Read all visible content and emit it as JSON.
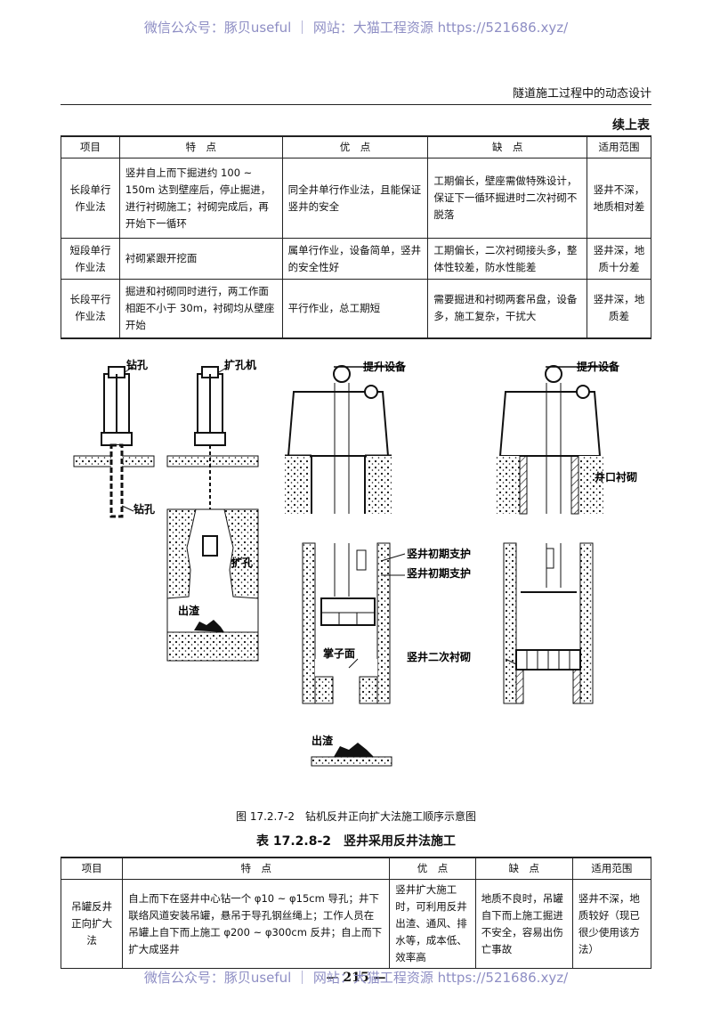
{
  "watermark": {
    "text": "微信公众号：豚贝useful ｜ 网站：大猫工程资源 https://521686.xyz/"
  },
  "header": {
    "running_title": "隧道施工过程中的动态设计",
    "continued": "续上表"
  },
  "table1": {
    "headers": [
      "项目",
      "特　点",
      "优　点",
      "缺　点",
      "适用范围"
    ],
    "rows": [
      {
        "item": "长段单行作业法",
        "features": "竖井自上而下掘进约 100 ~ 150m 达到壁座后，停止掘进，进行衬砌施工；衬砌完成后，再开始下一循环",
        "pros": "同全井单行作业法，且能保证竖井的安全",
        "cons": "工期偏长，壁座需做特殊设计，保证下一循环掘进时二次衬砌不脱落",
        "scope": "竖井不深，地质相对差"
      },
      {
        "item": "短段单行作业法",
        "features": "衬砌紧跟开挖面",
        "pros": "属单行作业，设备简单，竖井的安全性好",
        "cons": "工期偏长，二次衬砌接头多，整体性较差，防水性能差",
        "scope": "竖井深，地质十分差"
      },
      {
        "item": "长段平行作业法",
        "features": "掘进和衬砌同时进行，两工作面相距不小于 30m，衬砌均从壁座开始",
        "pros": "平行作业，总工期短",
        "cons": "需要掘进和衬砌两套吊盘，设备多，施工复杂，干扰大",
        "scope": "竖井深，地质差"
      }
    ]
  },
  "figure": {
    "labels": {
      "drill_hole_top": "钻孔",
      "reamer": "扩孔机",
      "drill_hole_bottom": "钻孔",
      "ream": "扩孔",
      "muck1": "出渣",
      "hoist1": "提升设备",
      "hoist2": "提升设备",
      "collar_lining": "井口衬砌",
      "initial_support1": "竖井初期支护",
      "initial_support2": "竖井初期支护",
      "face": "掌子面",
      "secondary_lining": "竖井二次衬砌",
      "muck2": "出渣"
    },
    "caption": "图 17.2.7-2　钻机反井正向扩大法施工顺序示意图"
  },
  "table2": {
    "title": "表 17.2.8-2　竖井采用反井法施工",
    "headers": [
      "项目",
      "特　点",
      "优　点",
      "缺　点",
      "适用范围"
    ],
    "rows": [
      {
        "item": "吊罐反井正向扩大法",
        "features": "自上而下在竖井中心钻一个 φ10 ~ φ15cm 导孔；井下联络风道安装吊罐，悬吊于导孔钢丝绳上；工作人员在吊罐上自下而上施工 φ200 ~ φ300cm 反井；自上而下扩大成竖井",
        "pros": "竖井扩大施工时，可利用反井出渣、通风、排水等，成本低、效率高",
        "cons": "地质不良时，吊罐自下而上施工掘进不安全，容易出伤亡事故",
        "scope": "竖井不深，地质较好（现已很少使用该方法）"
      }
    ]
  },
  "page_number": "— 215 —"
}
